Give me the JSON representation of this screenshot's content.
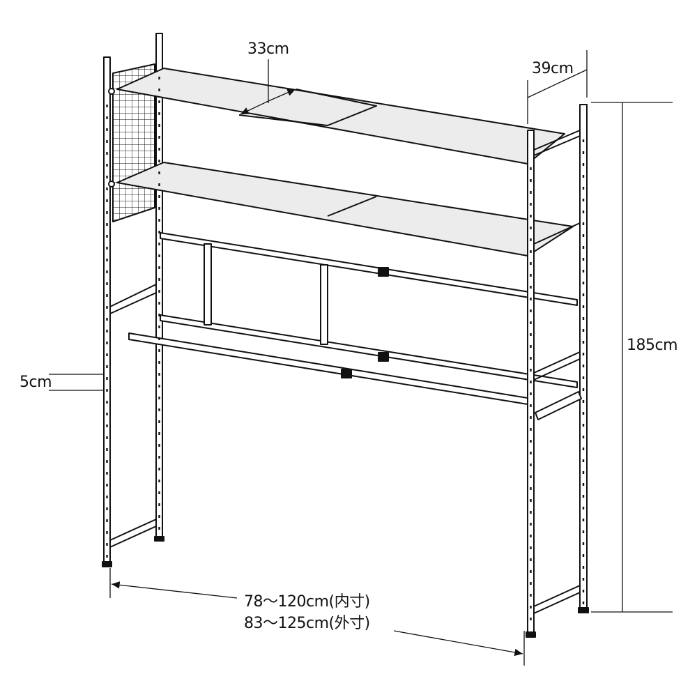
{
  "dimensions": {
    "shelf_depth": "33cm",
    "frame_depth": "39cm",
    "height": "185cm",
    "adjust_pitch": "5cm",
    "inner_width": "78～120cm(内寸)",
    "outer_width": "83～125cm(外寸)"
  },
  "colors": {
    "line": "#111111",
    "shelf_fill": "#ececec",
    "background": "#ffffff"
  }
}
